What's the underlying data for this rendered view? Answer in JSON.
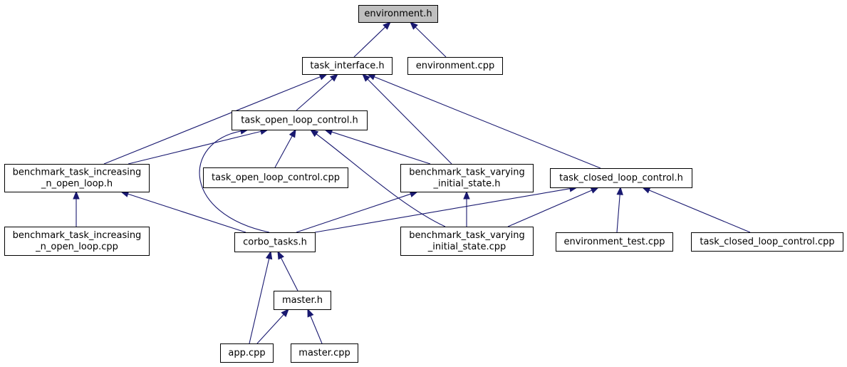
{
  "graph": {
    "nodes": [
      {
        "id": "environment_h",
        "lines": [
          "environment.h"
        ],
        "root": true
      },
      {
        "id": "task_interface_h",
        "lines": [
          "task_interface.h"
        ]
      },
      {
        "id": "environment_cpp",
        "lines": [
          "environment.cpp"
        ]
      },
      {
        "id": "task_open_loop_control_h",
        "lines": [
          "task_open_loop_control.h"
        ]
      },
      {
        "id": "benchmark_task_increasing_n_open_loop_h",
        "lines": [
          "benchmark_task_increasing",
          "_n_open_loop.h"
        ]
      },
      {
        "id": "task_open_loop_control_cpp",
        "lines": [
          "task_open_loop_control.cpp"
        ]
      },
      {
        "id": "benchmark_task_varying_initial_state_h",
        "lines": [
          "benchmark_task_varying",
          "_initial_state.h"
        ]
      },
      {
        "id": "task_closed_loop_control_h",
        "lines": [
          "task_closed_loop_control.h"
        ]
      },
      {
        "id": "benchmark_task_increasing_n_open_loop_cpp",
        "lines": [
          "benchmark_task_increasing",
          "_n_open_loop.cpp"
        ]
      },
      {
        "id": "corbo_tasks_h",
        "lines": [
          "corbo_tasks.h"
        ]
      },
      {
        "id": "benchmark_task_varying_initial_state_cpp",
        "lines": [
          "benchmark_task_varying",
          "_initial_state.cpp"
        ]
      },
      {
        "id": "environment_test_cpp",
        "lines": [
          "environment_test.cpp"
        ]
      },
      {
        "id": "task_closed_loop_control_cpp",
        "lines": [
          "task_closed_loop_control.cpp"
        ]
      },
      {
        "id": "master_h",
        "lines": [
          "master.h"
        ]
      },
      {
        "id": "app_cpp",
        "lines": [
          "app.cpp"
        ]
      },
      {
        "id": "master_cpp",
        "lines": [
          "master.cpp"
        ]
      }
    ],
    "edges": [
      {
        "from": "task_interface_h",
        "to": "environment_h"
      },
      {
        "from": "environment_cpp",
        "to": "environment_h"
      },
      {
        "from": "task_open_loop_control_h",
        "to": "task_interface_h"
      },
      {
        "from": "benchmark_task_increasing_n_open_loop_h",
        "to": "task_interface_h"
      },
      {
        "from": "benchmark_task_varying_initial_state_h",
        "to": "task_interface_h"
      },
      {
        "from": "task_closed_loop_control_h",
        "to": "task_interface_h"
      },
      {
        "from": "benchmark_task_increasing_n_open_loop_h",
        "to": "task_open_loop_control_h"
      },
      {
        "from": "task_open_loop_control_cpp",
        "to": "task_open_loop_control_h"
      },
      {
        "from": "benchmark_task_varying_initial_state_h",
        "to": "task_open_loop_control_h"
      },
      {
        "from": "corbo_tasks_h",
        "to": "task_open_loop_control_h"
      },
      {
        "from": "benchmark_task_varying_initial_state_cpp",
        "to": "task_open_loop_control_h"
      },
      {
        "from": "benchmark_task_increasing_n_open_loop_cpp",
        "to": "benchmark_task_increasing_n_open_loop_h"
      },
      {
        "from": "corbo_tasks_h",
        "to": "benchmark_task_increasing_n_open_loop_h"
      },
      {
        "from": "corbo_tasks_h",
        "to": "benchmark_task_varying_initial_state_h"
      },
      {
        "from": "benchmark_task_varying_initial_state_cpp",
        "to": "benchmark_task_varying_initial_state_h"
      },
      {
        "from": "corbo_tasks_h",
        "to": "task_closed_loop_control_h"
      },
      {
        "from": "benchmark_task_varying_initial_state_cpp",
        "to": "task_closed_loop_control_h"
      },
      {
        "from": "environment_test_cpp",
        "to": "task_closed_loop_control_h"
      },
      {
        "from": "task_closed_loop_control_cpp",
        "to": "task_closed_loop_control_h"
      },
      {
        "from": "master_h",
        "to": "corbo_tasks_h"
      },
      {
        "from": "app_cpp",
        "to": "corbo_tasks_h"
      },
      {
        "from": "app_cpp",
        "to": "master_h"
      },
      {
        "from": "master_cpp",
        "to": "master_h"
      }
    ]
  }
}
